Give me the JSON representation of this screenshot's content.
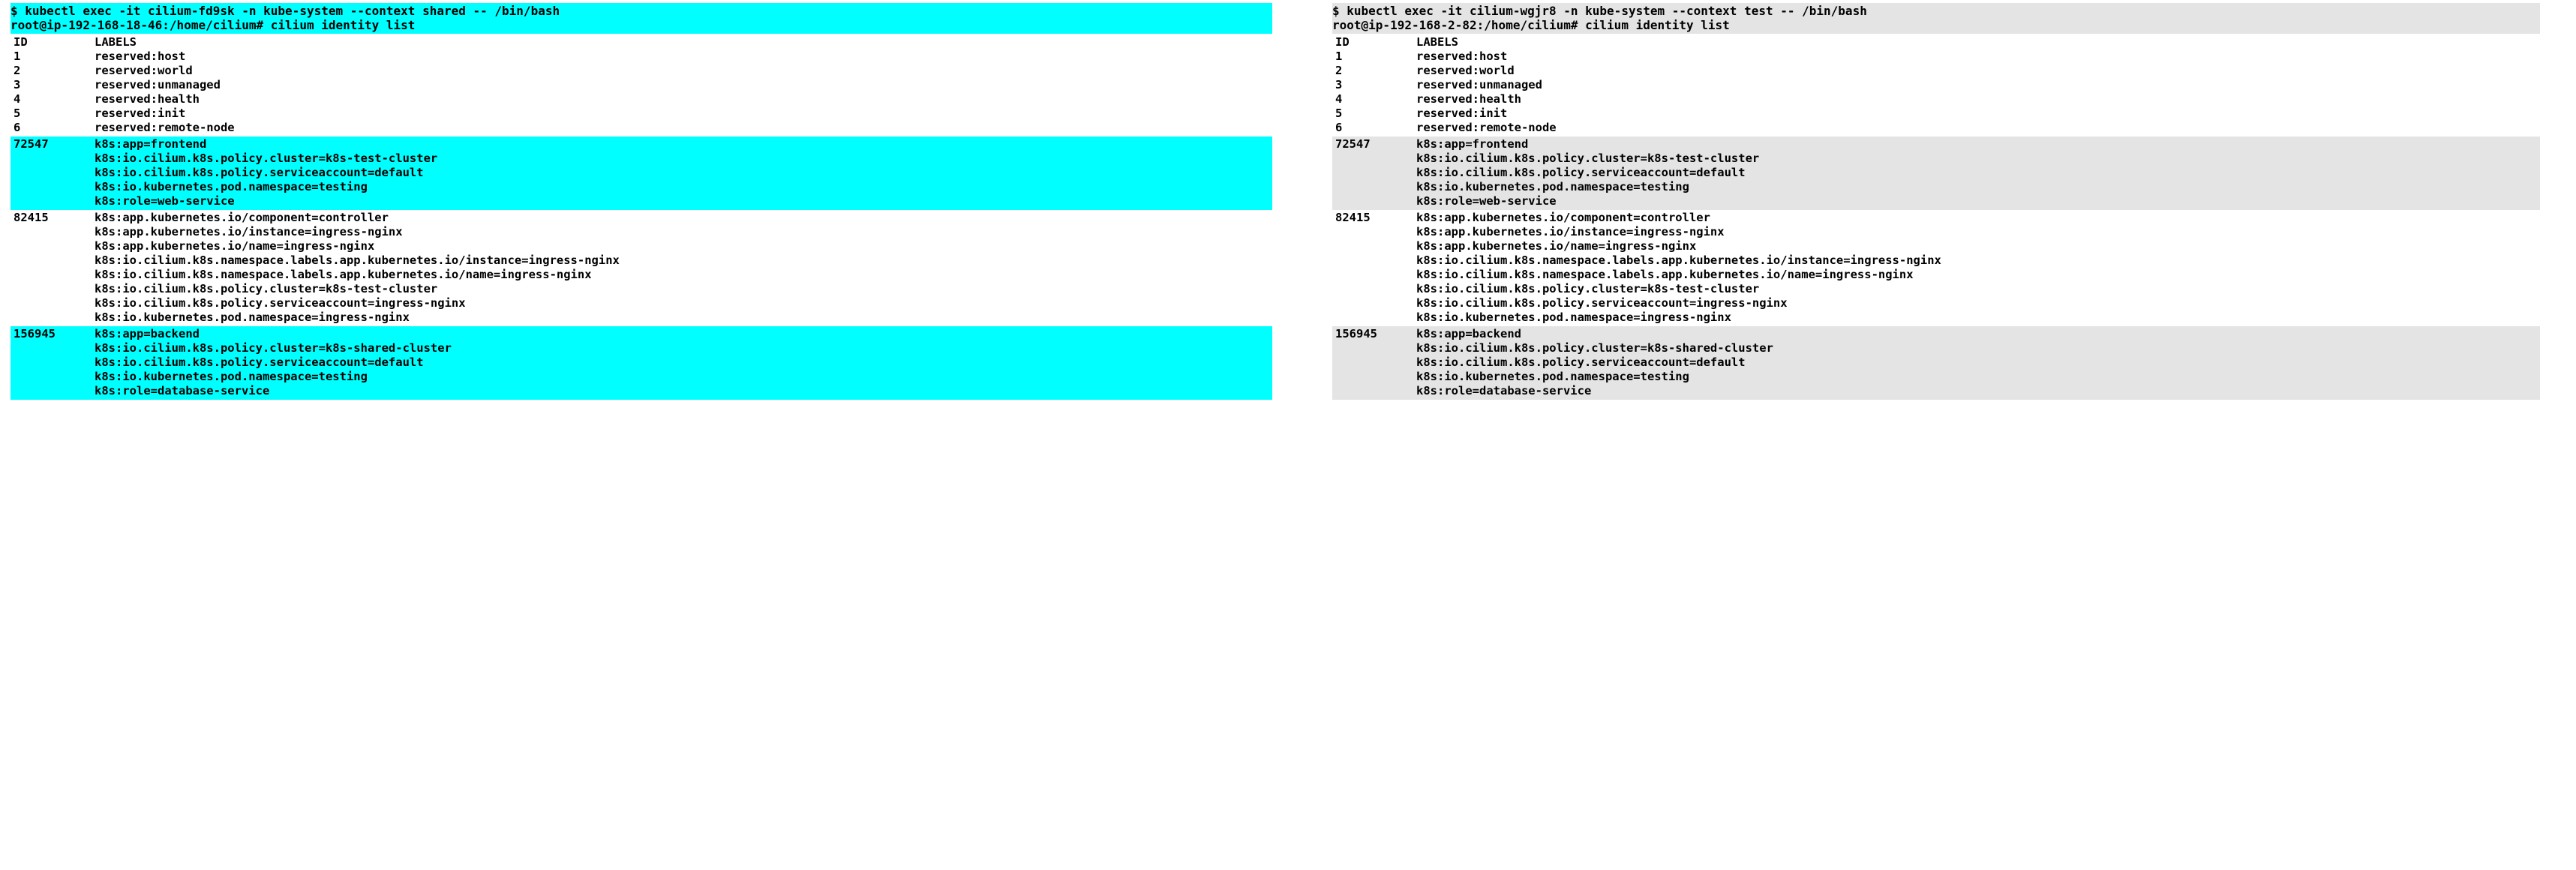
{
  "panels": [
    {
      "id": "left-terminal",
      "highlight_color": "#00ffff",
      "command": "$ kubectl exec -it cilium-fd9sk -n kube-system --context shared -- /bin/bash",
      "prompt": "root@ip-192-168-18-46:/home/cilium# cilium identity list",
      "columns": {
        "id": "ID",
        "labels": "LABELS"
      },
      "reserved": [
        {
          "id": "1",
          "label": "reserved:host"
        },
        {
          "id": "2",
          "label": "reserved:world"
        },
        {
          "id": "3",
          "label": "reserved:unmanaged"
        },
        {
          "id": "4",
          "label": "reserved:health"
        },
        {
          "id": "5",
          "label": "reserved:init"
        },
        {
          "id": "6",
          "label": "reserved:remote-node"
        }
      ],
      "identities": [
        {
          "id": "72547",
          "highlighted": true,
          "labels": [
            "k8s:app=frontend",
            "k8s:io.cilium.k8s.policy.cluster=k8s-test-cluster",
            "k8s:io.cilium.k8s.policy.serviceaccount=default",
            "k8s:io.kubernetes.pod.namespace=testing",
            "k8s:role=web-service"
          ]
        },
        {
          "id": "82415",
          "highlighted": false,
          "labels": [
            "k8s:app.kubernetes.io/component=controller",
            "k8s:app.kubernetes.io/instance=ingress-nginx",
            "k8s:app.kubernetes.io/name=ingress-nginx",
            "k8s:io.cilium.k8s.namespace.labels.app.kubernetes.io/instance=ingress-nginx",
            "k8s:io.cilium.k8s.namespace.labels.app.kubernetes.io/name=ingress-nginx",
            "k8s:io.cilium.k8s.policy.cluster=k8s-test-cluster",
            "k8s:io.cilium.k8s.policy.serviceaccount=ingress-nginx",
            "k8s:io.kubernetes.pod.namespace=ingress-nginx"
          ]
        },
        {
          "id": "156945",
          "highlighted": true,
          "labels": [
            "k8s:app=backend",
            "k8s:io.cilium.k8s.policy.cluster=k8s-shared-cluster",
            "k8s:io.cilium.k8s.policy.serviceaccount=default",
            "k8s:io.kubernetes.pod.namespace=testing",
            "k8s:role=database-service"
          ]
        }
      ]
    },
    {
      "id": "right-terminal",
      "highlight_color": "#e4e4e4",
      "command": "$ kubectl exec -it cilium-wgjr8 -n kube-system --context test -- /bin/bash",
      "prompt": "root@ip-192-168-2-82:/home/cilium# cilium identity list",
      "columns": {
        "id": "ID",
        "labels": "LABELS"
      },
      "reserved": [
        {
          "id": "1",
          "label": "reserved:host"
        },
        {
          "id": "2",
          "label": "reserved:world"
        },
        {
          "id": "3",
          "label": "reserved:unmanaged"
        },
        {
          "id": "4",
          "label": "reserved:health"
        },
        {
          "id": "5",
          "label": "reserved:init"
        },
        {
          "id": "6",
          "label": "reserved:remote-node"
        }
      ],
      "identities": [
        {
          "id": "72547",
          "highlighted": true,
          "labels": [
            "k8s:app=frontend",
            "k8s:io.cilium.k8s.policy.cluster=k8s-test-cluster",
            "k8s:io.cilium.k8s.policy.serviceaccount=default",
            "k8s:io.kubernetes.pod.namespace=testing",
            "k8s:role=web-service"
          ]
        },
        {
          "id": "82415",
          "highlighted": false,
          "labels": [
            "k8s:app.kubernetes.io/component=controller",
            "k8s:app.kubernetes.io/instance=ingress-nginx",
            "k8s:app.kubernetes.io/name=ingress-nginx",
            "k8s:io.cilium.k8s.namespace.labels.app.kubernetes.io/instance=ingress-nginx",
            "k8s:io.cilium.k8s.namespace.labels.app.kubernetes.io/name=ingress-nginx",
            "k8s:io.cilium.k8s.policy.cluster=k8s-test-cluster",
            "k8s:io.cilium.k8s.policy.serviceaccount=ingress-nginx",
            "k8s:io.kubernetes.pod.namespace=ingress-nginx"
          ]
        },
        {
          "id": "156945",
          "highlighted": true,
          "labels": [
            "k8s:app=backend",
            "k8s:io.cilium.k8s.policy.cluster=k8s-shared-cluster",
            "k8s:io.cilium.k8s.policy.serviceaccount=default",
            "k8s:io.kubernetes.pod.namespace=testing",
            "k8s:role=database-service"
          ]
        }
      ]
    }
  ]
}
